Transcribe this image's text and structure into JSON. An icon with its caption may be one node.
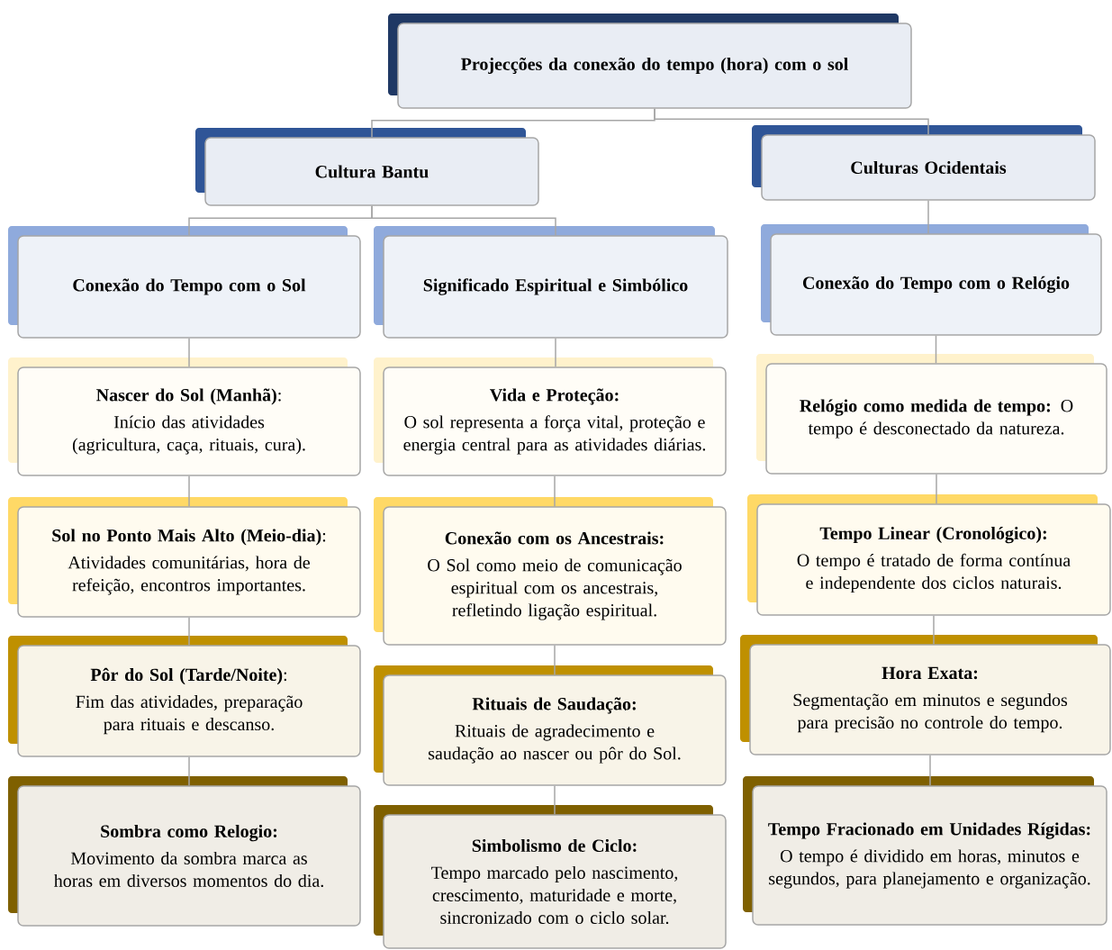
{
  "diagram": {
    "nodes": [
      {
        "text": [
          "Projecções da conexão do tempo (hora) com o sol"
        ]
      },
      {
        "text": [
          "Cultura Bantu"
        ]
      },
      {
        "text": [
          "Culturas Ocidentais"
        ]
      },
      {
        "text": [
          "Conexão do Tempo com o Sol"
        ]
      },
      {
        "text": [
          "Significado Espiritual e Simbólico"
        ]
      },
      {
        "text": [
          "Conexão do Tempo com o Relógio"
        ]
      },
      {
        "text": [
          "**Nascer do Sol (Manhã)**:",
          "Início das atividades (agricultura, caça, rituais, cura)."
        ]
      },
      {
        "text": [
          "**Sol no Ponto Mais Alto (Meio-dia)**:",
          "Atividades comunitárias, hora de refeição, encontros importantes."
        ]
      },
      {
        "text": [
          "**Pôr do Sol (Tarde/Noite)**:",
          "Fim das atividades, preparação para rituais e descanso."
        ]
      },
      {
        "text": [
          "Sombra como Relogio:",
          "Movimento da sombra marca as horas em diversos momentos do dia."
        ]
      },
      {
        "text": [
          "Vida e Proteção:",
          "O sol representa a força vital, proteção e energia central para as atividades diárias."
        ]
      },
      {
        "text": [
          "Conexão com os Ancestrais:",
          "O Sol como meio de comunicação espiritual com os ancestrais, refletindo ligação espiritual."
        ]
      },
      {
        "text": [
          "Rituais de Saudação:",
          "Rituais de agradecimento e saudação ao nascer ou pôr do Sol."
        ]
      },
      {
        "text": [
          "Simbolismo de Ciclo:",
          "Tempo marcado pelo nascimento, crescimento, maturidade e morte, sincronizado com o ciclo solar."
        ]
      },
      {
        "text": [
          "**Relógio como medida de tempo:** O tempo é desconectado da natureza."
        ]
      },
      {
        "text": [
          "Tempo Linear (Cronológico):",
          "O tempo é tratado de forma contínua e independente dos ciclos naturais."
        ]
      },
      {
        "text": [
          "Hora Exata:",
          "Segmentação em minutos e segundos para precisão no controle do tempo."
        ]
      },
      {
        "text": [
          "Tempo Fracionado em Unidades Rígidas:",
          "O tempo é dividido em horas, minutos e segundos, para planejamento e organização."
        ]
      }
    ],
    "edges": [
      {
        "from": 0,
        "to": 1,
        "arrow": "none"
      },
      {
        "from": 0,
        "to": 2,
        "arrow": "none"
      },
      {
        "from": 1,
        "to": 3,
        "arrow": "none"
      },
      {
        "from": 1,
        "to": 4,
        "arrow": "none"
      },
      {
        "from": 2,
        "to": 5,
        "arrow": "none"
      },
      {
        "from": 3,
        "to": 6,
        "arrow": "none"
      },
      {
        "from": 6,
        "to": 7,
        "arrow": "none"
      },
      {
        "from": 7,
        "to": 8,
        "arrow": "none"
      },
      {
        "from": 8,
        "to": 9,
        "arrow": "none"
      },
      {
        "from": 4,
        "to": 10,
        "arrow": "none"
      },
      {
        "from": 10,
        "to": 11,
        "arrow": "none"
      },
      {
        "from": 11,
        "to": 12,
        "arrow": "none"
      },
      {
        "from": 12,
        "to": 13,
        "arrow": "none"
      },
      {
        "from": 5,
        "to": 14,
        "arrow": "none"
      },
      {
        "from": 14,
        "to": 15,
        "arrow": "none"
      },
      {
        "from": 15,
        "to": 16,
        "arrow": "none"
      },
      {
        "from": 16,
        "to": 17,
        "arrow": "none"
      }
    ]
  }
}
